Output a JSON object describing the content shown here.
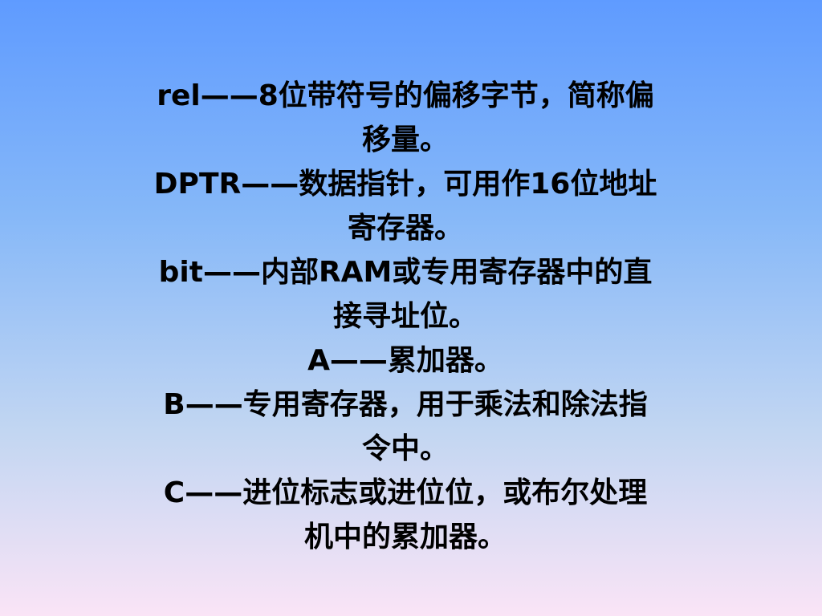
{
  "slide": {
    "paragraphs": [
      {
        "lines": [
          "rel——8位带符号的偏移字节，简称偏",
          "移量。"
        ]
      },
      {
        "lines": [
          "DPTR——数据指针，可用作16位地址",
          "寄存器。"
        ]
      },
      {
        "lines": [
          "bit——内部RAM或专用寄存器中的直",
          "接寻址位。"
        ]
      },
      {
        "lines": [
          "A——累加器。"
        ]
      },
      {
        "lines": [
          "B——专用寄存器，用于乘法和除法指",
          "令中。"
        ]
      },
      {
        "lines": [
          "C——进位标志或进位位，或布尔处理",
          "机中的累加器。"
        ]
      }
    ]
  },
  "colors": {
    "background_top": "#5f9bff",
    "background_bottom": "#fae4f6",
    "text": "#000000"
  }
}
